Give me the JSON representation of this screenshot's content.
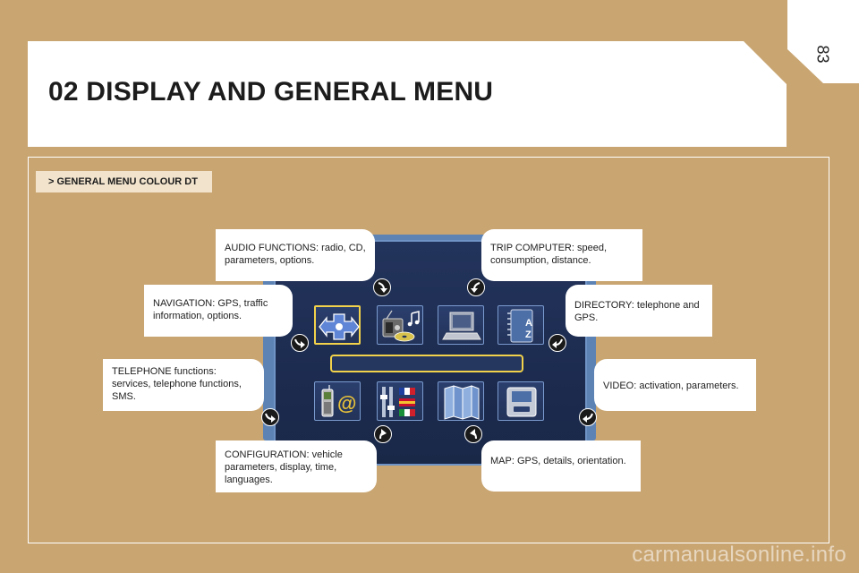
{
  "page": {
    "number": "83",
    "title": "02 DISPLAY AND GENERAL MENU",
    "section": "> GENERAL MENU COLOUR DT"
  },
  "callouts": {
    "audio": "AUDIO FUNCTIONS: radio, CD, parameters, options.",
    "trip": "TRIP COMPUTER: speed, consumption, distance.",
    "navigation": "NAVIGATION: GPS, traffic information, options.",
    "directory": "DIRECTORY: telephone and GPS.",
    "telephone": "TELEPHONE functions: services, telephone functions, SMS.",
    "video": "VIDEO: activation, parameters.",
    "configuration": "CONFIGURATION: vehicle parameters, display, time, languages.",
    "map": "MAP: GPS, details, orientation."
  },
  "screen": {
    "directory_letters": [
      "A",
      "Z"
    ],
    "telephone_symbol": "@"
  },
  "icons": {
    "navigation": "navigation-arrows-icon",
    "audio": "radio-cd-icon",
    "trip": "laptop-icon",
    "directory": "address-book-icon",
    "telephone": "mobile-phone-icon",
    "configuration": "sliders-flags-icon",
    "map": "folded-map-icon",
    "video": "video-player-icon"
  },
  "colors": {
    "background": "#c9a571",
    "screen_bezel": "#5d83b5",
    "screen": "#1c2b4f",
    "highlight": "#f2d24a"
  },
  "watermark": "carmanualsonline.info"
}
